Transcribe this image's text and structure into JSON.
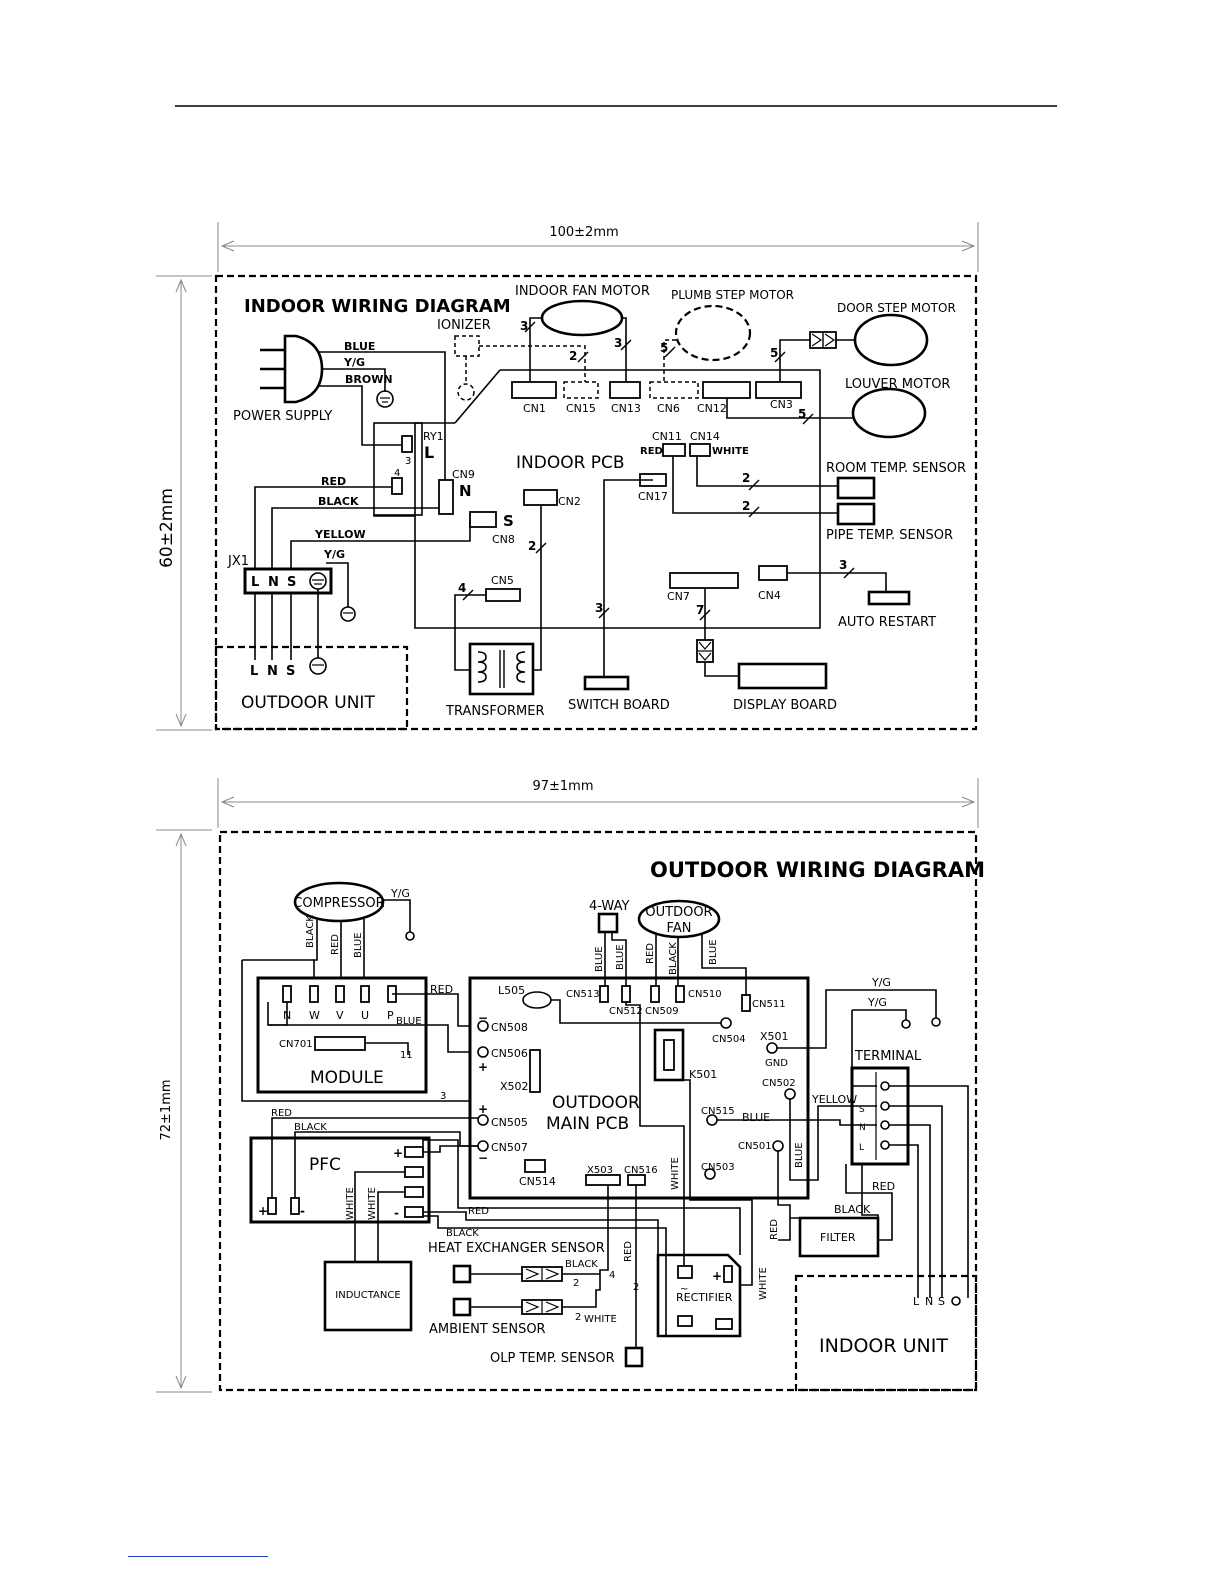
{
  "indoor": {
    "dim_width": "100±2mm",
    "dim_height": "60±2mm",
    "title": "INDOOR WIRING DIAGRAM",
    "labels": {
      "indoor_fan_motor": "INDOOR FAN MOTOR",
      "plumb_step_motor": "PLUMB STEP MOTOR",
      "door_step_motor": "DOOR STEP MOTOR",
      "louver_motor": "LOUVER MOTOR",
      "ionizer": "IONIZER",
      "power_supply": "POWER SUPPLY",
      "indoor_pcb": "INDOOR PCB",
      "room_temp_sensor": "ROOM TEMP. SENSOR",
      "pipe_temp_sensor": "PIPE TEMP. SENSOR",
      "auto_restart": "AUTO RESTART",
      "display_board": "DISPLAY BOARD",
      "switch_board": "SWITCH BOARD",
      "transformer": "TRANSFORMER",
      "outdoor_unit": "OUTDOOR UNIT",
      "jx1": "JX1",
      "ry1": "RY1"
    },
    "connectors": {
      "cn1": "CN1",
      "cn15": "CN15",
      "cn13": "CN13",
      "cn6": "CN6",
      "cn12": "CN12",
      "cn3": "CN3",
      "cn11": "CN11",
      "cn14": "CN14",
      "cn17": "CN17",
      "cn2": "CN2",
      "cn9": "CN9",
      "cn8": "CN8",
      "cn5": "CN5",
      "cn7": "CN7",
      "cn4": "CN4"
    },
    "wires": {
      "blue": "BLUE",
      "yg": "Y/G",
      "brown": "BROWN",
      "red": "RED",
      "black": "BLACK",
      "yellow": "YELLOW",
      "yg2": "Y/G",
      "red_small": "RED",
      "white_small": "WHITE"
    },
    "letters": {
      "L": "L",
      "N": "N",
      "S": "S",
      "ry_3": "3",
      "ry_4": "4"
    },
    "terminal": {
      "l": "L",
      "n": "N",
      "s": "S"
    },
    "outdoor_terms": {
      "l": "L",
      "n": "N",
      "s": "S"
    },
    "counts": {
      "c3a": "3",
      "c2a": "2",
      "c3b": "3",
      "c5a": "5",
      "c5b": "5",
      "c5c": "5",
      "c2b": "2",
      "c2c": "2",
      "c2d": "2",
      "c4a": "4",
      "c3c": "3",
      "c7a": "7",
      "c3d": "3"
    }
  },
  "outdoor": {
    "dim_width": "97±1mm",
    "dim_height": "72±1mm",
    "title": "OUTDOOR WIRING DIAGRAM",
    "labels": {
      "compressor": "COMPRESSOR",
      "four_way": "4-WAY",
      "outdoor_fan_1": "OUTDOOR",
      "outdoor_fan_2": "FAN",
      "module": "MODULE",
      "pfc": "PFC",
      "outdoor_main_pcb_1": "OUTDOOR",
      "outdoor_main_pcb_2": "MAIN PCB",
      "terminal": "TERMINAL",
      "filter": "FILTER",
      "inductance": "INDUCTANCE",
      "heat_exchanger_sensor": "HEAT EXCHANGER SENSOR",
      "ambient_sensor": "AMBIENT SENSOR",
      "olp_temp_sensor": "OLP TEMP. SENSOR",
      "rectifier": "RECTIFIER",
      "indoor_unit": "INDOOR UNIT",
      "gnd": "GND",
      "k501": "K501",
      "l505": "L505"
    },
    "module_pins": {
      "n": "N",
      "w": "W",
      "v": "V",
      "u": "U",
      "p": "P"
    },
    "connectors": {
      "cn513": "CN513",
      "cn512": "CN512",
      "cn509": "CN509",
      "cn510": "CN510",
      "cn511": "CN511",
      "cn508": "CN508",
      "cn506": "CN506",
      "cn504": "CN504",
      "x501": "X501",
      "cn701": "CN701",
      "x502": "X502",
      "cn502": "CN502",
      "cn515": "CN515",
      "cn505": "CN505",
      "cn507": "CN507",
      "cn501": "CN501",
      "cn503": "CN503",
      "cn514": "CN514",
      "x503": "X503",
      "cn516": "CN516"
    },
    "wires": {
      "yg": "Y/G",
      "black": "BLACK",
      "red": "RED",
      "blue": "BLUE",
      "blue2": "BLUE",
      "blue3": "BLUE",
      "red2": "RED",
      "black2": "BLACK",
      "blue4": "BLUE",
      "red_mod": "RED",
      "blue_mod": "BLUE",
      "yg_t1": "Y/G",
      "yg_t2": "Y/G",
      "red_pfc": "RED",
      "black_pfc": "BLACK",
      "white1": "WHITE",
      "white2": "WHITE",
      "red_pfc2": "RED",
      "black_pfc2": "BLACK",
      "yellow": "YELLOW",
      "blue_515": "BLUE",
      "blue_501": "BLUE",
      "red_f": "RED",
      "black_f": "BLACK",
      "red_filter": "RED",
      "white_pcb": "WHITE",
      "white_rect": "WHITE",
      "red_olp": "RED",
      "black_hx": "BLACK",
      "white_amb": "WHITE"
    },
    "signs": {
      "minus1": "−",
      "plus1": "+",
      "plus2": "+",
      "minus2": "−",
      "pfc_plus": "+",
      "pfc_minus": "-",
      "pfc_pp": "+",
      "pfc_mm": "-",
      "r_plus": "+",
      "r_tilde": "~"
    },
    "counts": {
      "c11": "11",
      "c3": "3",
      "c2a": "2",
      "c4": "4",
      "c2b": "2",
      "c2c": "2"
    },
    "indoor_terms": {
      "l": "L",
      "n": "N",
      "s": "S"
    },
    "terminal_pins": {
      "l": "L",
      "n": "N",
      "s": "S"
    }
  }
}
